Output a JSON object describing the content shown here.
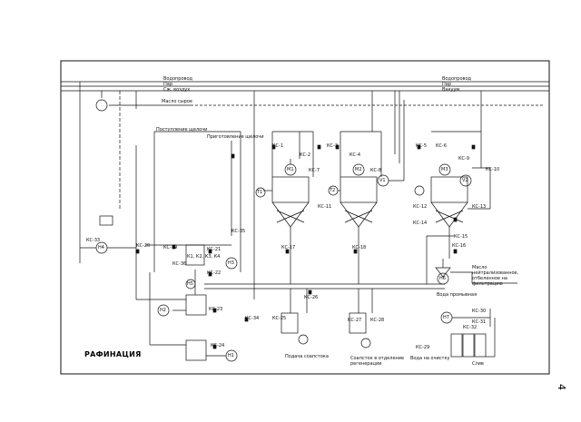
{
  "title": "РАФИНАЦИЯ",
  "page_number": "4",
  "labels": {
    "supply_header_1": "Водопровод",
    "supply_header_2": "Пар",
    "supply_header_3": "Сж. воздух",
    "supply_header_4": "Масло сырое",
    "supply_right_1": "Водопровод",
    "supply_right_2": "Пар",
    "supply_right_3": "Вакуум",
    "lye_in": "Поступление щелочи",
    "lye_prep": "Приготовление щелочи",
    "soapstock": "Подача соапстока",
    "soapstock_reg": "Соапсток в отделение регенерации",
    "washwater": "Вода промывная",
    "cleaning": "Вода на очистку",
    "filter_out": "Масло нейтрализованное, отбеленное на фильтрацию",
    "equipment": "К1, К2, К3, К4",
    "mixer_1": "М1",
    "mixer_2": "М2",
    "mixer_3": "М3",
    "pump_h1": "Н1",
    "pump_h2": "Н2",
    "pump_h3": "Н3",
    "pump_h4": "Н4",
    "pump_h5": "Н5",
    "pump_h6": "Н6",
    "pump_h7": "Н7",
    "heater_1": "Т1",
    "heater_2": "Т2",
    "v1": "V1",
    "v2": "V2",
    "drain": "Слив",
    "tag_1": "КС-1",
    "tag_2": "КС-2",
    "tag_3": "КС-3",
    "tag_4": "КС-4",
    "tag_5": "КС-5",
    "tag_6": "КС-6",
    "tag_7": "КС-7",
    "tag_8": "КС-8",
    "tag_9": "КС-9",
    "tag_10": "КС-10",
    "tag_11": "КС-11",
    "tag_12": "КС-12",
    "tag_13": "КС-13",
    "tag_14": "КС-14",
    "tag_15": "КС-15",
    "tag_16": "КС-16",
    "tag_17": "КС-17",
    "tag_18": "КС-18",
    "tag_19": "КС-19",
    "tag_20": "КС-20",
    "tag_21": "КС-21",
    "tag_22": "КС-22",
    "tag_23": "КС-23",
    "tag_24": "КС-24",
    "tag_25": "КС-25",
    "tag_26": "КС-26",
    "tag_27": "КС-27",
    "tag_28": "КС-28",
    "tag_29": "КС-29",
    "tag_30": "КС-30",
    "tag_31": "КС-31",
    "tag_32": "КС-32",
    "tag_33": "КС-33",
    "tag_34": "КС-34",
    "tag_35": "КС-35",
    "tag_36": "КС-36"
  }
}
